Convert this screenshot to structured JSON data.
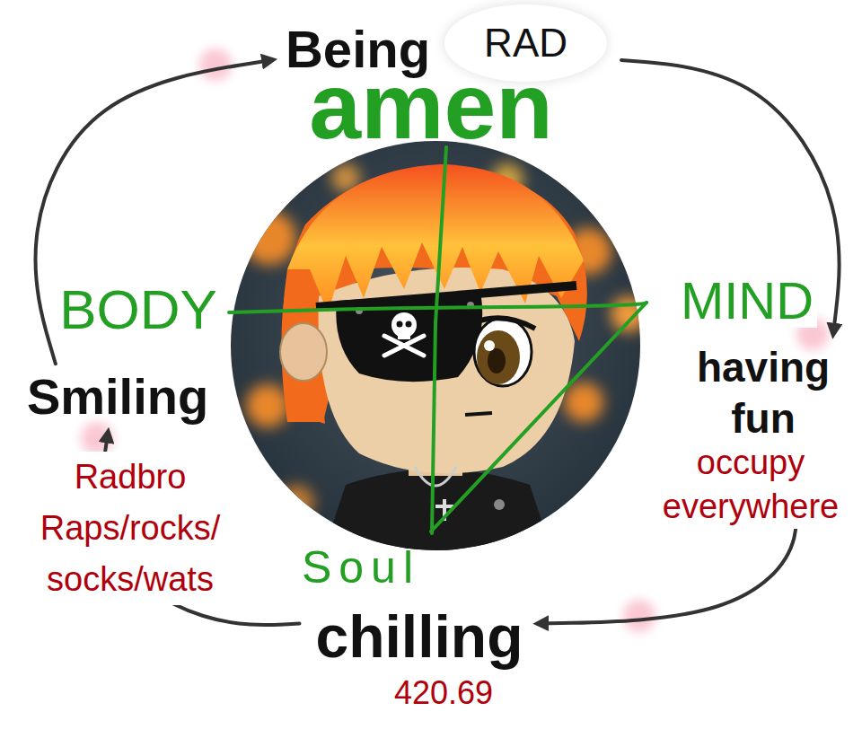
{
  "diagram": {
    "nodes": [
      {
        "text": [
          "Being",
          "RAD"
        ]
      },
      {
        "text": [
          "having fun"
        ]
      },
      {
        "text": [
          "chilling"
        ]
      },
      {
        "text": [
          "Smiling"
        ]
      }
    ],
    "edges": [
      {
        "from": 3,
        "to": 0,
        "arrow": "to"
      },
      {
        "from": 0,
        "to": 1,
        "arrow": "to"
      },
      {
        "from": 1,
        "to": 2,
        "arrow": "to"
      },
      {
        "from": 2,
        "to": 3,
        "arrow": "to"
      }
    ],
    "labels": [
      "amen",
      "BODY",
      "MIND",
      "Soul",
      "Radbro Raps/rocks/ socks/wats",
      "occupy everywhere",
      "420.69"
    ]
  }
}
